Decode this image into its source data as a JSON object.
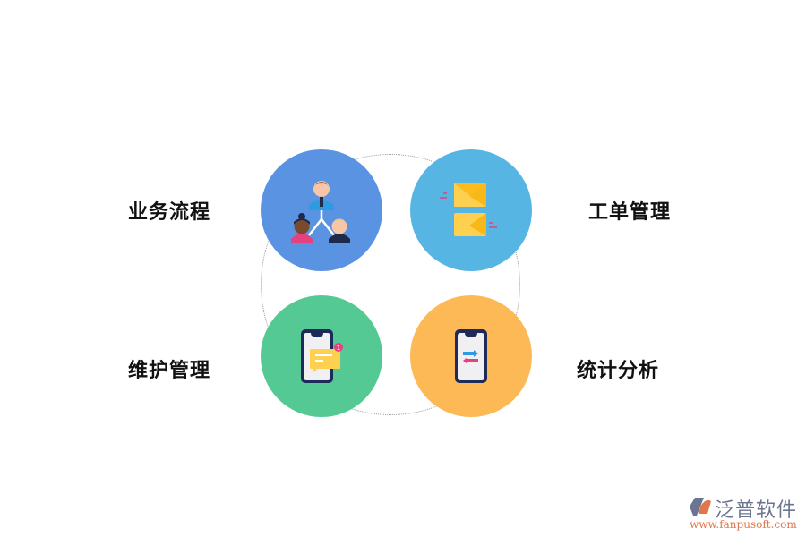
{
  "diagram": {
    "items": [
      {
        "label": "业务流程",
        "icon": "team-hierarchy-icon",
        "color": "#5b93e3"
      },
      {
        "label": "工单管理",
        "icon": "envelopes-icon",
        "color": "#57b5e4"
      },
      {
        "label": "维护管理",
        "icon": "phone-notification-icon",
        "color": "#55c993"
      },
      {
        "label": "统计分析",
        "icon": "phone-transfer-icon",
        "color": "#fdb955"
      }
    ],
    "notification_badge": "1"
  },
  "logo": {
    "name": "泛普软件",
    "url": "www.fanpusoft.com"
  }
}
